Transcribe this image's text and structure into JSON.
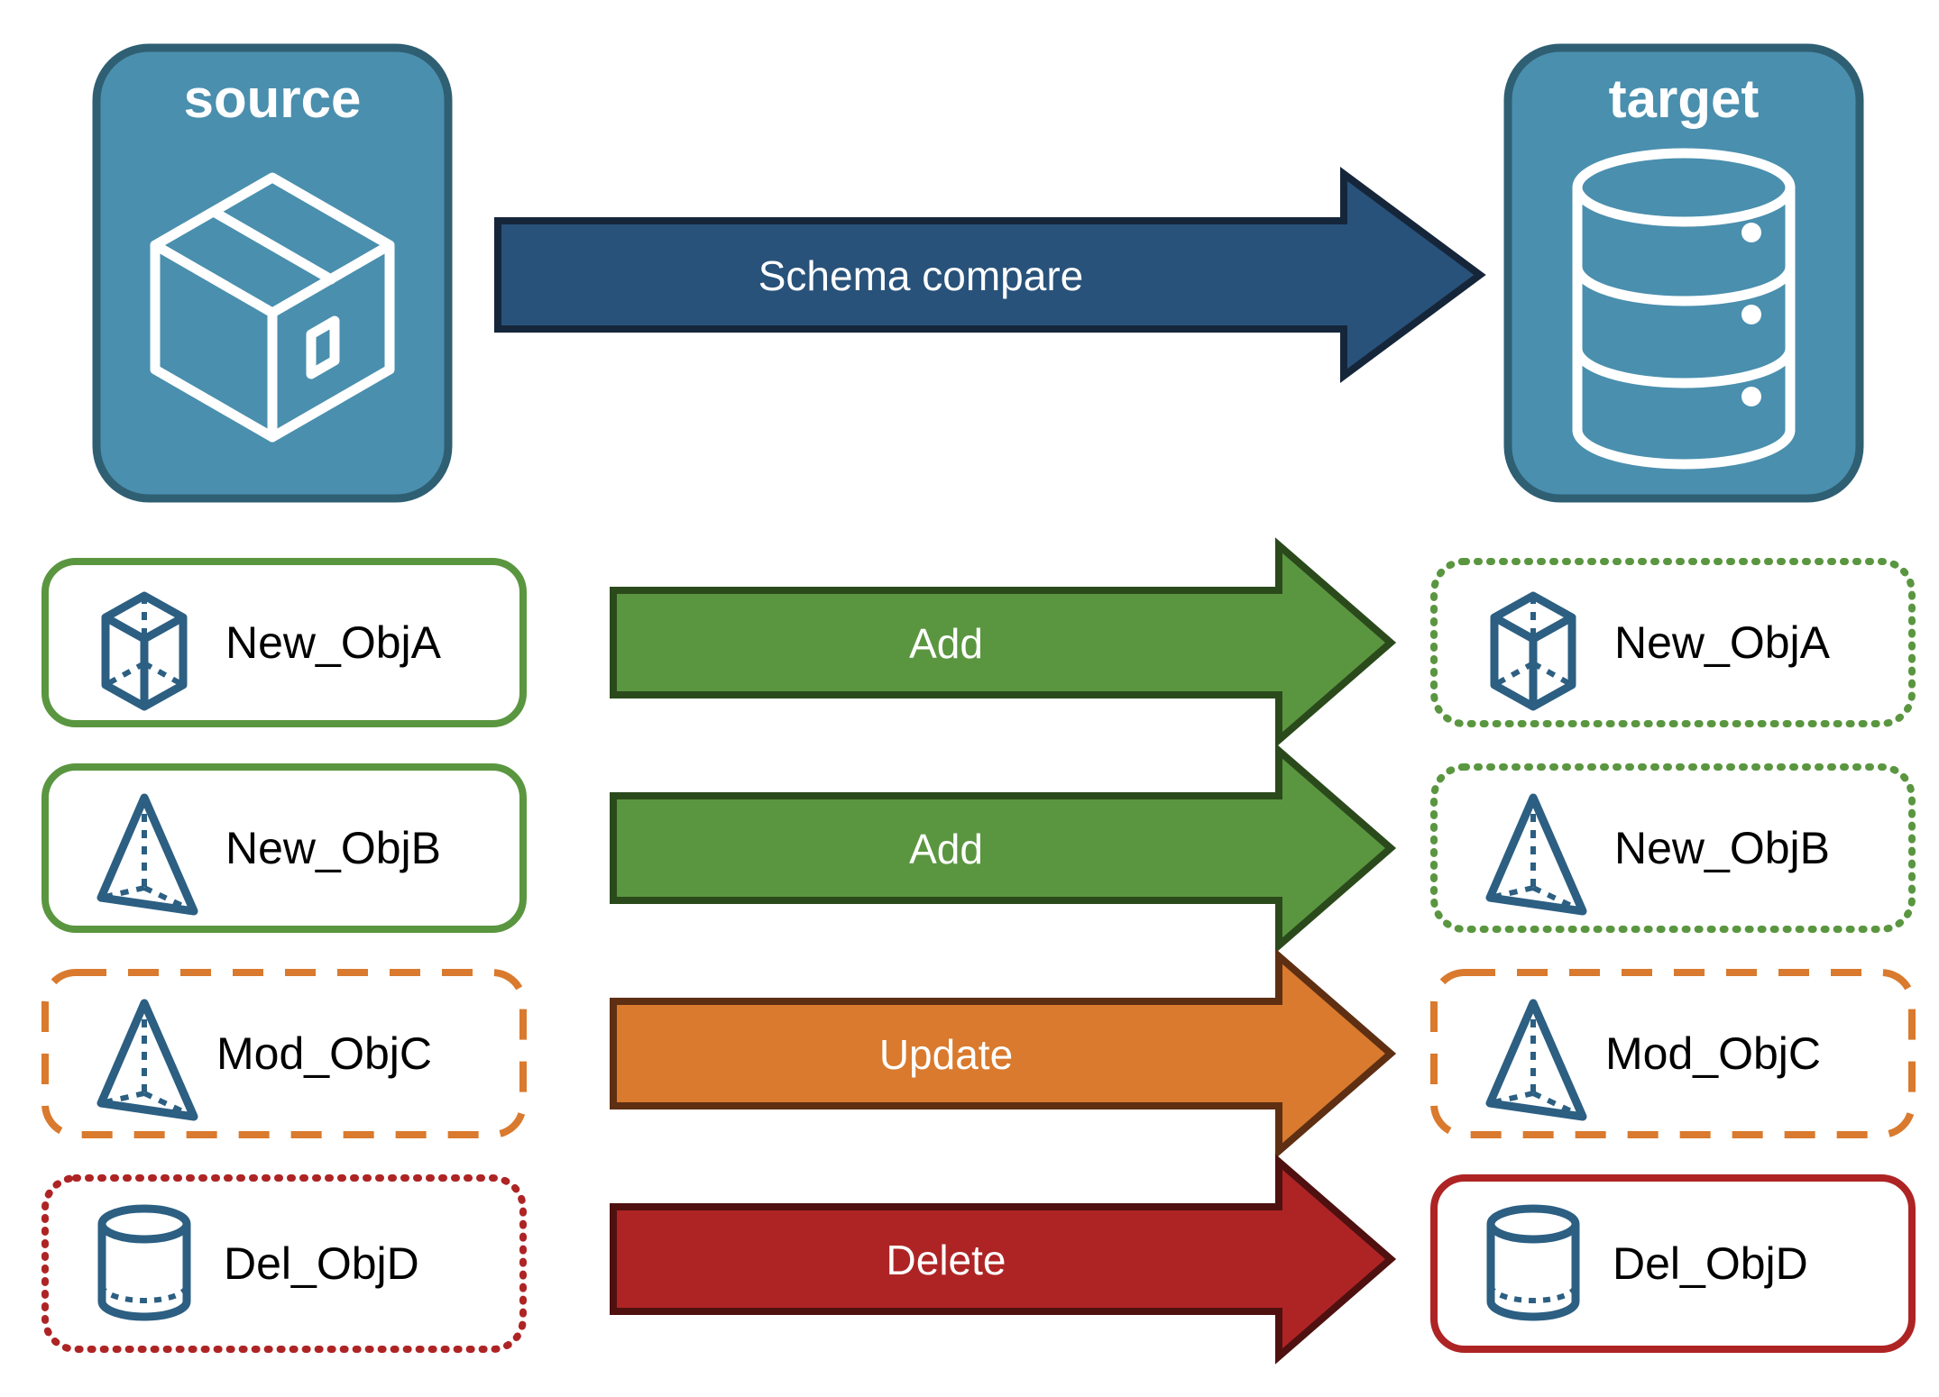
{
  "diagram": {
    "title_source": "source",
    "title_target": "target",
    "main_arrow_label": "Schema compare",
    "colors": {
      "node_fill": "#4a8fae",
      "node_stroke": "#2f5f73",
      "icon_stroke": "#ffffff",
      "object_icon": "#2c5f82",
      "main_arrow_fill": "#28527a",
      "main_arrow_stroke": "#16263a",
      "add_fill": "#5a9640",
      "add_stroke": "#2b4a1c",
      "update_fill": "#d97a2e",
      "update_stroke": "#5e2f12",
      "delete_fill": "#ae2424",
      "delete_stroke": "#4f1010",
      "green": "#5a9640",
      "orange": "#d97a2e",
      "red": "#ae2424",
      "text": "#000000"
    },
    "endpoints": [
      {
        "name": "source-node",
        "label": "source",
        "icon": "package-box-icon"
      },
      {
        "name": "target-node",
        "label": "target",
        "icon": "database-cylinder-icon"
      }
    ],
    "rows": [
      {
        "action": "Add",
        "arrow_color": "add",
        "source": {
          "label": "New_ObjA",
          "icon": "wireframe-cube-icon",
          "border_style": "solid",
          "border_color": "green"
        },
        "target": {
          "label": "New_ObjA",
          "icon": "wireframe-cube-icon",
          "border_style": "dotted",
          "border_color": "green"
        }
      },
      {
        "action": "Add",
        "arrow_color": "add",
        "source": {
          "label": "New_ObjB",
          "icon": "wireframe-pyramid-icon",
          "border_style": "solid",
          "border_color": "green"
        },
        "target": {
          "label": "New_ObjB",
          "icon": "wireframe-pyramid-icon",
          "border_style": "dotted",
          "border_color": "green"
        }
      },
      {
        "action": "Update",
        "arrow_color": "update",
        "source": {
          "label": "Mod_ObjC",
          "icon": "wireframe-pyramid-icon",
          "border_style": "dashed",
          "border_color": "orange"
        },
        "target": {
          "label": "Mod_ObjC",
          "icon": "wireframe-pyramid-icon",
          "border_style": "dashed",
          "border_color": "orange"
        }
      },
      {
        "action": "Delete",
        "arrow_color": "delete",
        "source": {
          "label": "Del_ObjD",
          "icon": "cylinder-icon",
          "border_style": "dotted",
          "border_color": "red"
        },
        "target": {
          "label": "Del_ObjD",
          "icon": "cylinder-icon",
          "border_style": "solid",
          "border_color": "red"
        }
      }
    ]
  }
}
